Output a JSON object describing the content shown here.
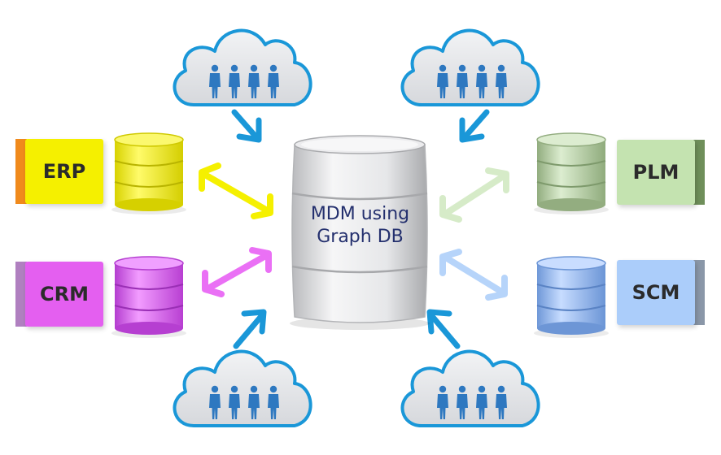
{
  "systems": {
    "erp": {
      "label": "ERP",
      "color": "#f5f000",
      "accent": "#f08a1c"
    },
    "crm": {
      "label": "CRM",
      "color": "#e45ff0",
      "accent": "#b080c0"
    },
    "plm": {
      "label": "PLM",
      "color": "#c4e3b0",
      "accent": "#6f8f5a"
    },
    "scm": {
      "label": "SCM",
      "color": "#abcdfa",
      "accent": "#8a97a8"
    }
  },
  "center": {
    "line1": "MDM using",
    "line2": "Graph DB",
    "color": "#d9dadc"
  },
  "user_clouds": {
    "count": 4,
    "people_per_cloud": 4,
    "people_color": "#2e78c0",
    "outline_color": "#1a97d8"
  },
  "icons": [
    "database-icon",
    "cloud-icon",
    "person-icon",
    "double-arrow-icon",
    "arrow-icon"
  ]
}
